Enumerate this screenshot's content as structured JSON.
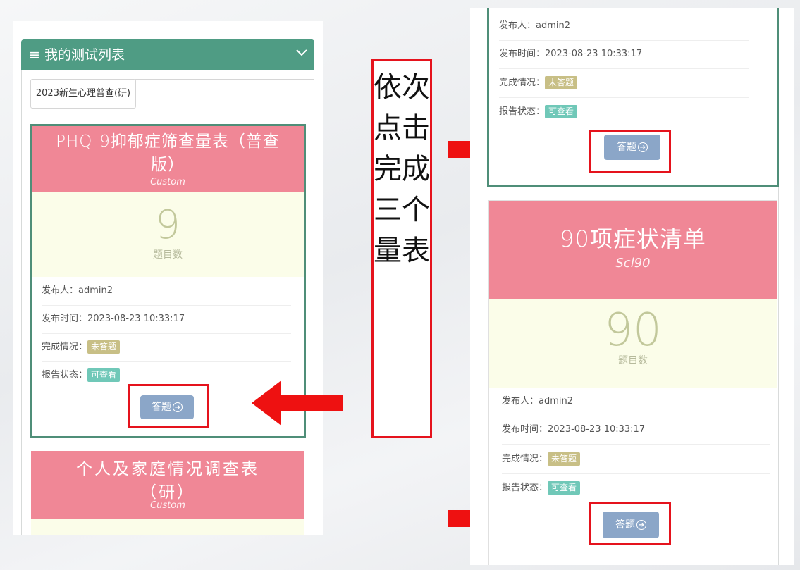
{
  "header": {
    "title": "我的测试列表"
  },
  "tabs": [
    {
      "label": "2023新生心理普查(研)"
    }
  ],
  "labels": {
    "publisher": "发布人：",
    "publish_time": "发布时间：",
    "completion": "完成情况：",
    "report": "报告状态：",
    "num_questions": "题目数",
    "answer": "答题"
  },
  "cards": [
    {
      "title": "PHQ-9抑郁症筛查量表（普查版）",
      "subtitle": "Custom",
      "count": "9",
      "publisher": "admin2",
      "time": "2023-08-23 10:33:17",
      "status": "未答题",
      "report": "可查看"
    },
    {
      "title": "个人及家庭情况调查表（研）",
      "subtitle": "Custom"
    },
    {
      "title": "90项症状清单",
      "subtitle": "Scl90",
      "count": "90",
      "publisher": "admin2",
      "time": "2023-08-23 10:33:17",
      "status": "未答题",
      "report": "可查看"
    }
  ],
  "prev_card": {
    "publisher": "admin2",
    "time": "2023-08-23 10:33:17",
    "status": "未答题",
    "report": "可查看"
  },
  "annotation": {
    "text": "依次点击完成三个量表"
  },
  "colors": {
    "header_green": "#4f9c84",
    "card_pink": "#f08796",
    "annotation_red": "#e5131d",
    "button_blue": "#8ba6c8"
  },
  "icons": {
    "menu": "menu-icon",
    "chevron": "chevron-down-icon",
    "arrow": "circle-arrow-right-icon"
  }
}
